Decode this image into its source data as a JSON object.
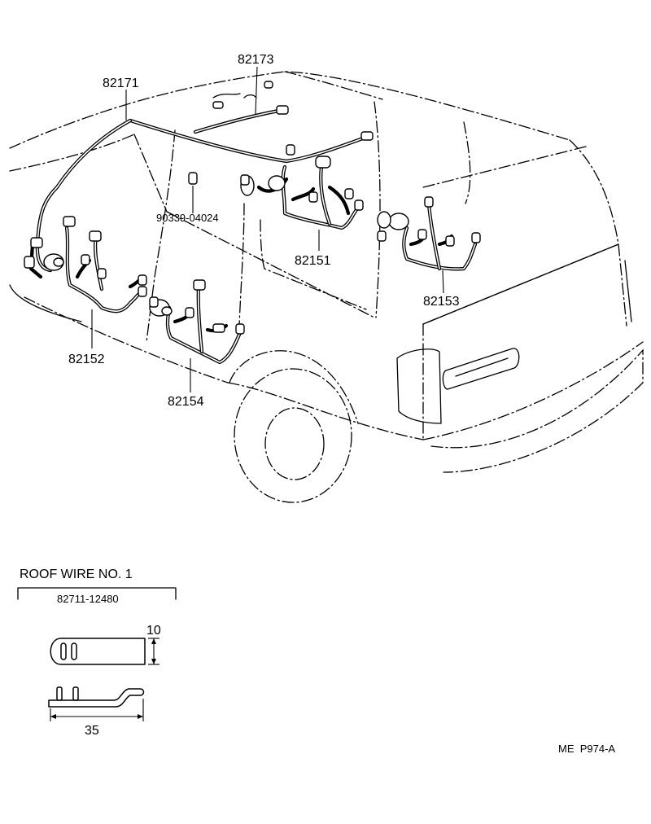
{
  "callouts": {
    "c82173": "82173",
    "c82171": "82171",
    "c90339": "90339-04024",
    "c82151": "82151",
    "c82153": "82153",
    "c82152": "82152",
    "c82154": "82154"
  },
  "roof_wire": {
    "title": "ROOF WIRE NO. 1",
    "part_number": "82711-12480",
    "dim_height": "10",
    "dim_length": "35"
  },
  "figure_code": "ME  P974-A"
}
